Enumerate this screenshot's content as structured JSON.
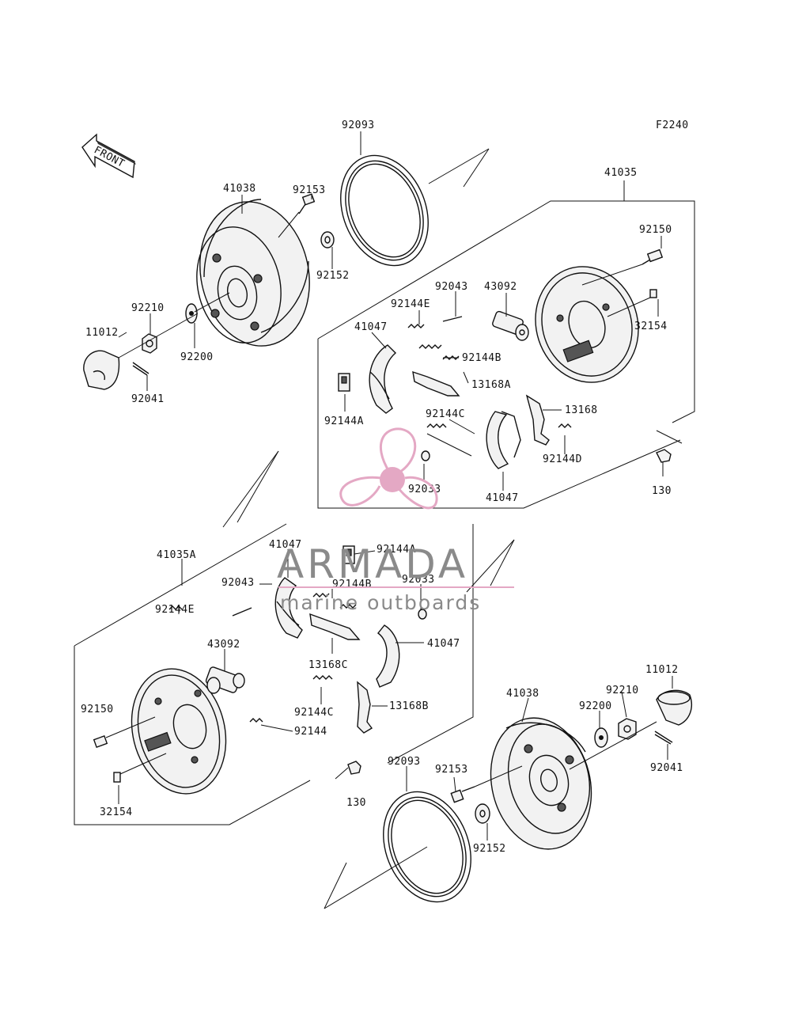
{
  "diagram": {
    "code": "F2240",
    "front_label": "FRONT"
  },
  "watermark": {
    "brand": "ARMADA",
    "tagline": "marine outboards",
    "accent": "#e4a8c4"
  },
  "labels": {
    "top_92093": "92093",
    "top_41038": "41038",
    "top_92153": "92153",
    "top_92152": "92152",
    "top_92210": "92210",
    "top_11012": "11012",
    "top_92200": "92200",
    "top_92041": "92041",
    "top_41035": "41035",
    "top_92150": "92150",
    "top_32154": "32154",
    "top_92043": "92043",
    "top_43092": "43092",
    "top_92144E": "92144E",
    "top_41047a": "41047",
    "top_92144B": "92144B",
    "top_13168A": "13168A",
    "top_92144A": "92144A",
    "top_92144C": "92144C",
    "top_13168": "13168",
    "top_92144D": "92144D",
    "top_92033": "92033",
    "top_41047b": "41047",
    "top_130": "130",
    "bot_41035A": "41035A",
    "bot_41047a": "41047",
    "bot_92144A": "92144A",
    "bot_92043": "92043",
    "bot_92144B": "92144B",
    "bot_92033": "92033",
    "bot_92144E": "92144E",
    "bot_43092": "43092",
    "bot_41047b": "41047",
    "bot_13168C": "13168C",
    "bot_92150": "92150",
    "bot_92144C": "92144C",
    "bot_92144": "92144",
    "bot_13168B": "13168B",
    "bot_32154": "32154",
    "bot_41038": "41038",
    "bot_11012": "11012",
    "bot_92210": "92210",
    "bot_92200": "92200",
    "bot_92041": "92041",
    "bot_92093": "92093",
    "bot_92153": "92153",
    "bot_130": "130",
    "bot_92152": "92152"
  }
}
